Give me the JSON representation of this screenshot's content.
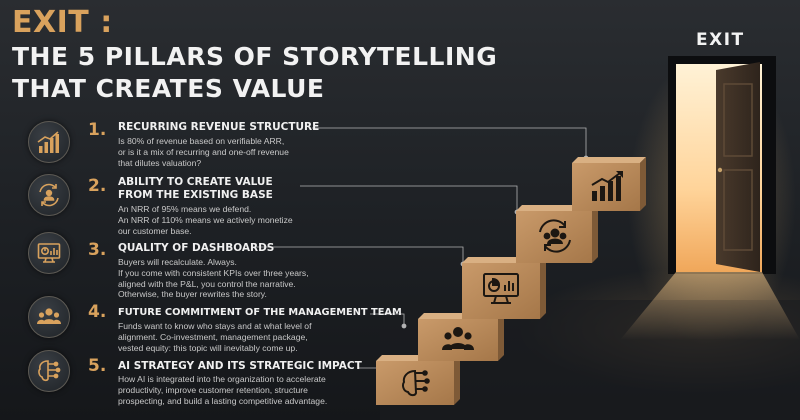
{
  "header": {
    "title_line1": "EXIT :",
    "title_line2": "THE 5 PILLARS OF STORYTELLING",
    "title_line3": "THAT CREATES VALUE"
  },
  "door": {
    "sign": "EXIT"
  },
  "colors": {
    "accent": "#d9a25d",
    "text": "#f0f0f0",
    "muted": "#c9c9c9",
    "wood": "#b98b5e",
    "light": "#ffd49a"
  },
  "pillars": [
    {
      "number": "1.",
      "icon": "bar-chart-growth-icon",
      "title": [
        "RECURRING REVENUE STRUCTURE"
      ],
      "text": [
        "Is 80% of revenue based on verifiable ARR,",
        "or is it a mix of recurring and one-off revenue",
        "that dilutes valuation?"
      ]
    },
    {
      "number": "2.",
      "icon": "team-cycle-icon",
      "title": [
        "ABILITY TO CREATE VALUE",
        "FROM THE EXISTING BASE"
      ],
      "text": [
        "An NRR of 95% means we defend.",
        "An NRR of 110% means we actively monetize",
        "our customer base."
      ]
    },
    {
      "number": "3.",
      "icon": "dashboard-monitor-icon",
      "title": [
        "QUALITY OF DASHBOARDS"
      ],
      "text": [
        "Buyers will recalculate. Always.",
        "If you come with consistent KPIs over three years,",
        "aligned with the P&L, you control the narrative.",
        "Otherwise, the buyer rewrites the story."
      ]
    },
    {
      "number": "4.",
      "icon": "team-group-icon",
      "title": [
        "FUTURE COMMITMENT OF THE MANAGEMENT TEAM"
      ],
      "text": [
        "Funds want to know who stays and at what level of",
        "alignment. Co-investment, management package,",
        "vested equity: this topic will inevitably come up."
      ]
    },
    {
      "number": "5.",
      "icon": "ai-brain-icon",
      "title": [
        "AI STRATEGY AND ITS STRATEGIC IMPACT"
      ],
      "text": [
        "How AI is integrated into the organization to accelerate",
        "productivity, improve customer retention, structure",
        "prospecting, and build a lasting competitive advantage."
      ]
    }
  ]
}
